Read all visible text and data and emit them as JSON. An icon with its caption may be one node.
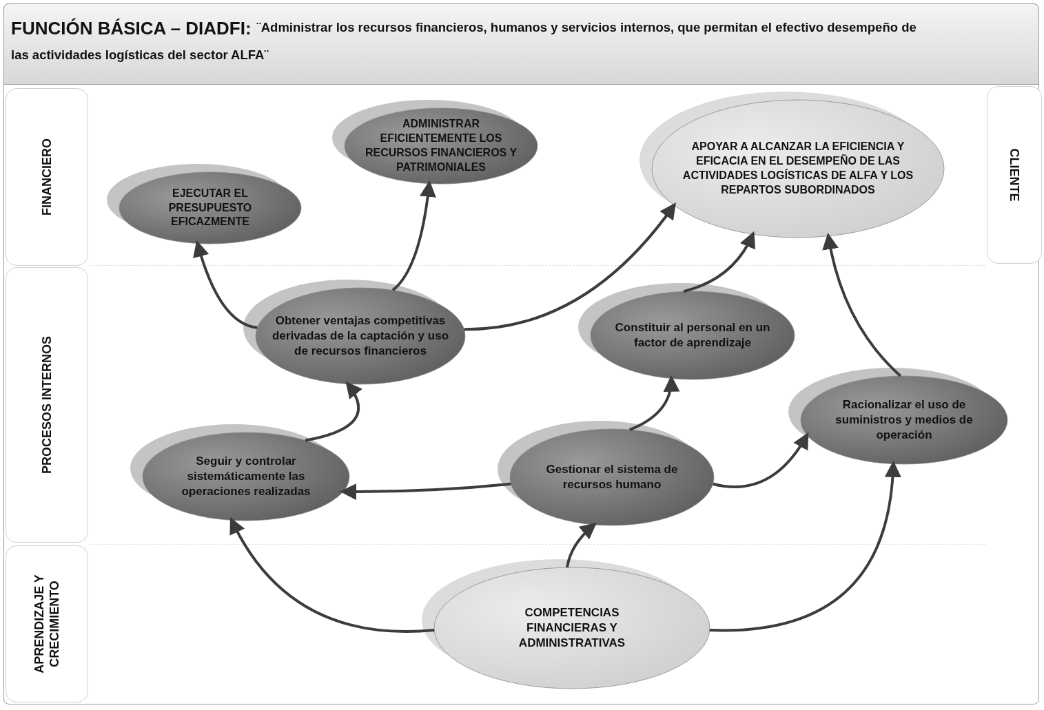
{
  "diagram": {
    "title": "FUNCIÓN BÁSICA – DIADFI:",
    "nodes": [
      {
        "text": [
          "FINANCIERO"
        ]
      },
      {
        "text": [
          "PROCESOS INTERNOS"
        ]
      },
      {
        "text": [
          "APRENDIZAJE Y CRECIMIENTO"
        ]
      },
      {
        "text": [
          "CLIENTE"
        ]
      },
      {
        "text": [
          "ADMINISTRAR EFICIENTEMENTE LOS RECURSOS FINANCIEROS Y PATRIMONIALES"
        ]
      },
      {
        "text": [
          "EJECUTAR EL PRESUPUESTO EFICAZMENTE"
        ]
      },
      {
        "text": [
          "APOYAR A ALCANZAR LA EFICIENCIA Y EFICACIA EN EL DESEMPEÑO DE LAS ACTIVIDADES LOGÍSTICAS DE ALFA Y LOS REPARTOS SUBORDINADOS"
        ]
      },
      {
        "text": [
          "Obtener ventajas competitivas derivadas de la captación y uso de recursos financieros"
        ]
      },
      {
        "text": [
          "Constituir al personal en un factor de aprendizaje"
        ]
      },
      {
        "text": [
          "Racionalizar el uso de suministros y medios de operación"
        ]
      },
      {
        "text": [
          "Seguir y controlar sistemáticamente las operaciones realizadas"
        ]
      },
      {
        "text": [
          "Gestionar el sistema de recursos humano"
        ]
      },
      {
        "text": [
          "COMPETENCIAS FINANCIERAS Y ADMINISTRATIVAS"
        ]
      }
    ],
    "edges": [
      {
        "from": 7,
        "to": 5,
        "arrow": "to"
      },
      {
        "from": 7,
        "to": 4,
        "arrow": "to"
      },
      {
        "from": 7,
        "to": 6,
        "arrow": "to"
      },
      {
        "from": 8,
        "to": 6,
        "arrow": "to"
      },
      {
        "from": 9,
        "to": 6,
        "arrow": "to"
      },
      {
        "from": 10,
        "to": 7,
        "arrow": "to"
      },
      {
        "from": 11,
        "to": 8,
        "arrow": "to"
      },
      {
        "from": 11,
        "to": 10,
        "arrow": "to"
      },
      {
        "from": 11,
        "to": 9,
        "arrow": "to"
      },
      {
        "from": 12,
        "to": 10,
        "arrow": "to"
      },
      {
        "from": 12,
        "to": 11,
        "arrow": "to"
      },
      {
        "from": 12,
        "to": 9,
        "arrow": "to"
      }
    ],
    "labels": [
      "¨Administrar los recursos financieros, humanos y servicios internos,  que permitan el efectivo desempeño de las actividades logísticas del sector ALFA¨"
    ]
  }
}
